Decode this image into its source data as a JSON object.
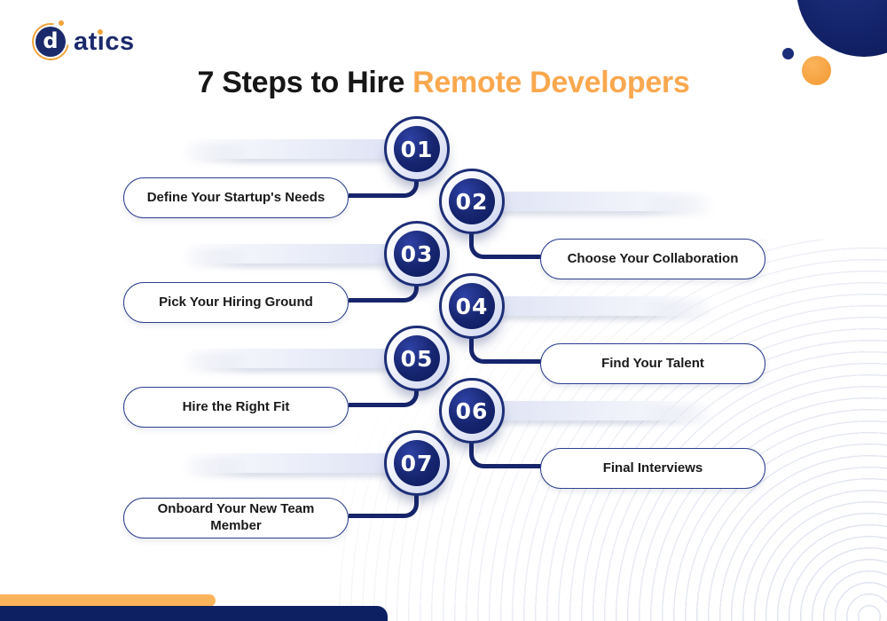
{
  "logo": {
    "emblem_letter": "d",
    "wordmark": "atics"
  },
  "title": {
    "prefix": "7 Steps to Hire",
    "highlight": "Remote Developers"
  },
  "steps": [
    {
      "number": "01",
      "label": "Define Your Startup's Needs",
      "side": "left"
    },
    {
      "number": "02",
      "label": "Choose Your Collaboration",
      "side": "right"
    },
    {
      "number": "03",
      "label": "Pick Your Hiring Ground",
      "side": "left"
    },
    {
      "number": "04",
      "label": "Find Your Talent",
      "side": "right"
    },
    {
      "number": "05",
      "label": "Hire the Right Fit",
      "side": "left"
    },
    {
      "number": "06",
      "label": "Final Interviews",
      "side": "right"
    },
    {
      "number": "07",
      "label": "Onboard Your New Team Member",
      "side": "left"
    }
  ],
  "colors": {
    "navy": "#16256E",
    "navy_deep": "#0D2061",
    "title_dark": "#161616",
    "accent_orange": "#F9A84F",
    "bar_orange": "#FBB45C",
    "pill_border": "#2B3F8E",
    "ring_line": "#DDE1EF"
  }
}
